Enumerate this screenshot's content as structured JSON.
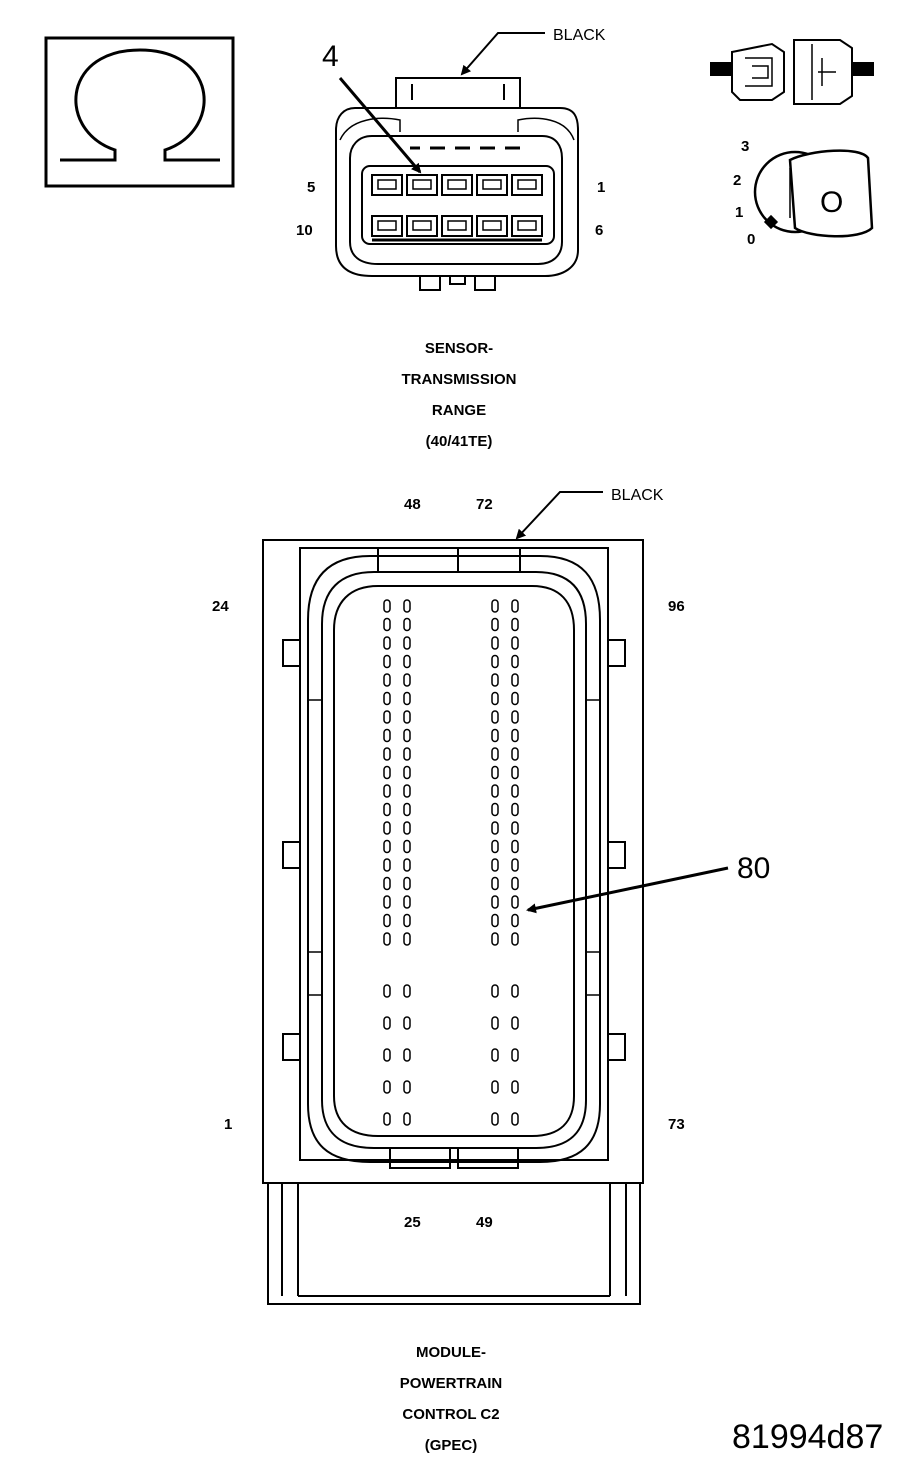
{
  "icons": {
    "ohmmeter": "ohm-symbol-icon",
    "disconnected_connector": "disconnected-connector-icon",
    "ignition": "ignition-key-off-icon"
  },
  "ignition": {
    "positions": [
      "3",
      "2",
      "1",
      "0"
    ],
    "key_label": "O"
  },
  "connector_1": {
    "color_label": "BLACK",
    "callout_pin": "4",
    "pins_top_row": [
      "5",
      "1"
    ],
    "pins_bottom_row": [
      "10",
      "6"
    ],
    "caption_lines": [
      "SENSOR-",
      "TRANSMISSION",
      "RANGE",
      "(40/41TE)"
    ]
  },
  "connector_2": {
    "color_label": "BLACK",
    "top_numbers": [
      "48",
      "72"
    ],
    "left_top": "24",
    "right_top": "96",
    "left_bottom": "1",
    "right_bottom": "73",
    "bottom_numbers": [
      "25",
      "49"
    ],
    "callout_pin": "80",
    "caption_lines": [
      "MODULE-",
      "POWERTRAIN",
      "CONTROL C2",
      "(GPEC)"
    ]
  },
  "figure_id": "81994d87"
}
